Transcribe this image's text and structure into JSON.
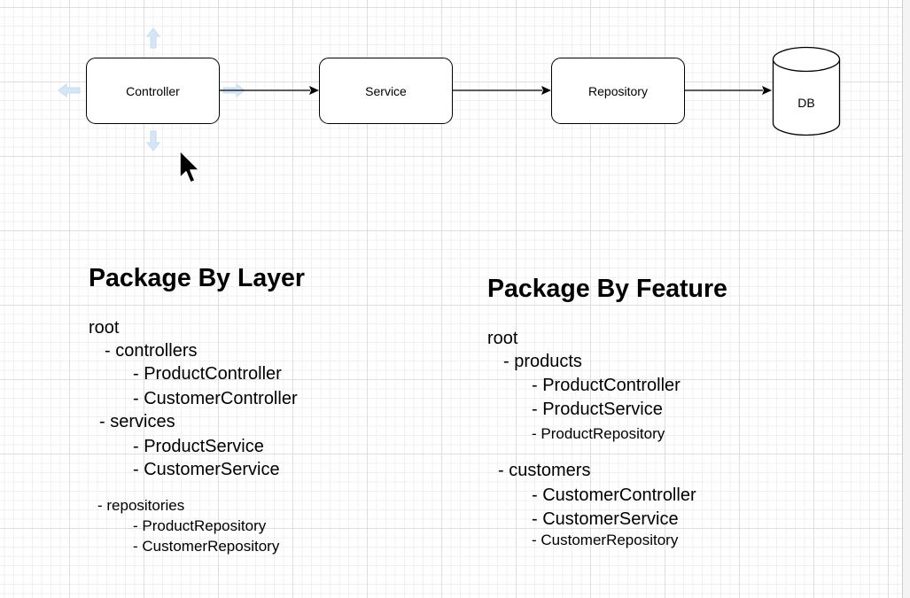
{
  "flow": {
    "controller": "Controller",
    "service": "Service",
    "repository": "Repository",
    "db": "DB"
  },
  "layer": {
    "title": "Package By Layer",
    "root": "root",
    "controllers": "- controllers",
    "product_controller": "- ProductController",
    "customer_controller": "- CustomerController",
    "services": "- services",
    "product_service": "- ProductService",
    "customer_service": "- CustomerService",
    "repositories": "- repositories",
    "product_repository": "- ProductRepository",
    "customer_repository": "- CustomerRepository"
  },
  "feature": {
    "title": "Package By Feature",
    "root": "root",
    "products": "- products",
    "product_controller": "- ProductController",
    "product_service": "- ProductService",
    "product_repository": "- ProductRepository",
    "customers": "- customers",
    "customer_controller": "- CustomerController",
    "customer_service": "- CustomerService",
    "customer_repository": "- CustomerRepository"
  },
  "colors": {
    "stroke": "#000000",
    "grid": "#dedede",
    "hover_hint": "#cfe3f7"
  },
  "icons": {
    "pointer": "cursor-arrow-icon",
    "connection_hint": "blue-hover-arrow-icon"
  }
}
